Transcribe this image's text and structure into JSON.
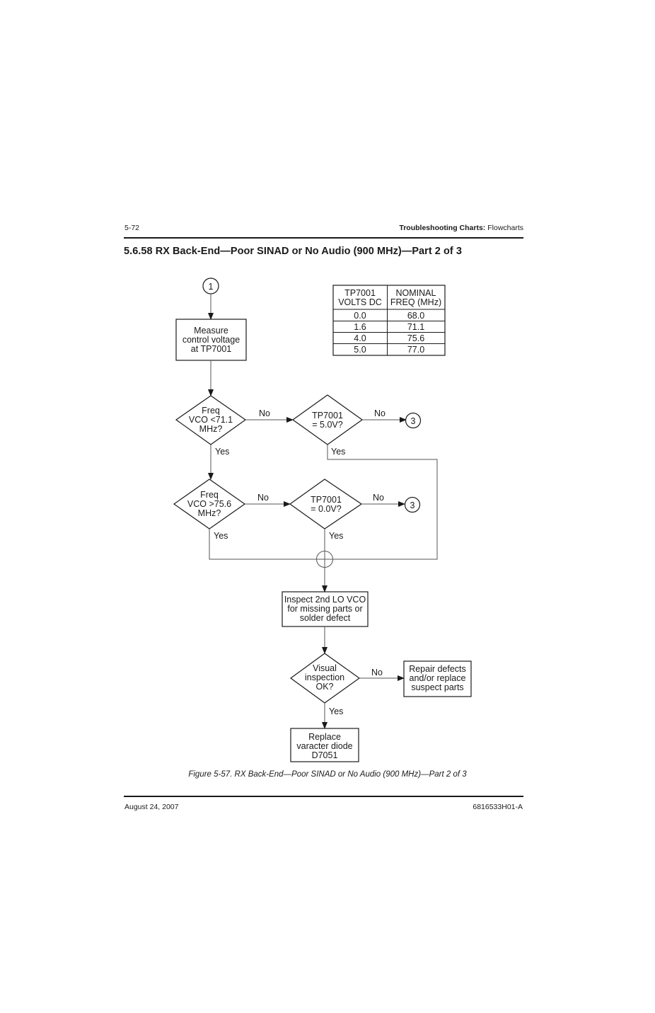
{
  "header": {
    "page_number": "5-72",
    "section_bold": "Troubleshooting Charts:",
    "section_plain": " Flowcharts"
  },
  "title": "5.6.58  RX Back-End—Poor SINAD or No Audio (900 MHz)—Part 2 of 3",
  "table": {
    "headers": [
      [
        "TP7001",
        "VOLTS DC"
      ],
      [
        "NOMINAL",
        "FREQ (MHz)"
      ]
    ],
    "rows": [
      [
        "0.0",
        "68.0"
      ],
      [
        "1.6",
        "71.1"
      ],
      [
        "4.0",
        "75.6"
      ],
      [
        "5.0",
        "77.0"
      ]
    ]
  },
  "flowchart": {
    "start_connector": "1",
    "measure": [
      "Measure",
      "control voltage",
      "at TP7001"
    ],
    "decision_lt": [
      "Freq",
      "VCO <71.1",
      "MHz?"
    ],
    "decision_5v": [
      "TP7001",
      "= 5.0V?"
    ],
    "decision_gt": [
      "Freq",
      "VCO >75.6",
      "MHz?"
    ],
    "decision_0v": [
      "TP7001",
      "= 0.0V?"
    ],
    "connector_3a": "3",
    "connector_3b": "3",
    "inspect": [
      "Inspect 2nd LO VCO",
      "for missing parts or",
      "solder defect"
    ],
    "decision_visual": [
      "Visual",
      "inspection",
      "OK?"
    ],
    "repair": [
      "Repair defects",
      "and/or replace",
      "suspect parts"
    ],
    "replace": [
      "Replace",
      "varacter diode",
      "D7051"
    ],
    "labels": {
      "no": "No",
      "yes": "Yes"
    }
  },
  "caption": "Figure 5-57.  RX Back-End—Poor SINAD or No Audio (900 MHz)—Part 2 of 3",
  "footer": {
    "date": "August 24, 2007",
    "doc_number": "6816533H01-A"
  }
}
